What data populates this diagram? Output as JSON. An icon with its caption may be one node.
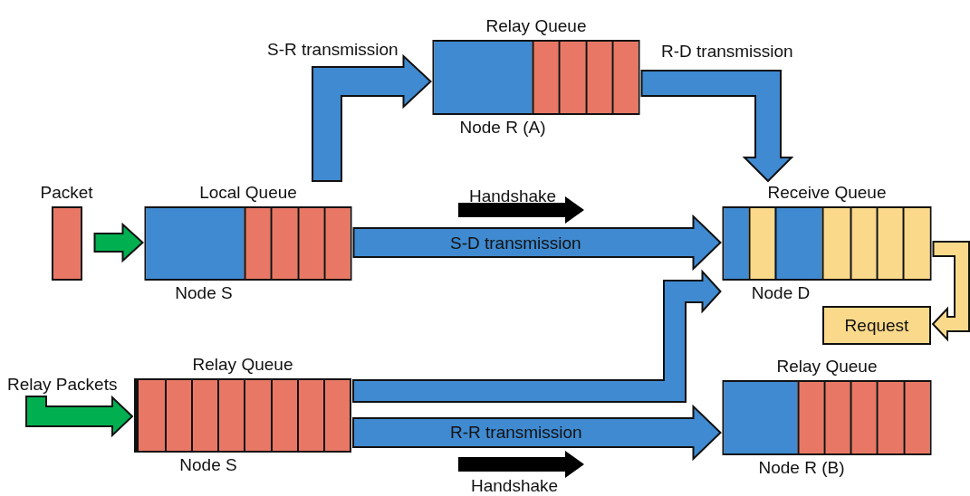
{
  "diagram": {
    "nodes": [
      {
        "text": [
          "Packet"
        ]
      },
      {
        "text": [
          "Local Queue",
          "Node S"
        ]
      },
      {
        "text": [
          "Relay Packets"
        ]
      },
      {
        "text": [
          "Relay Queue",
          "Node S"
        ]
      },
      {
        "text": [
          "Relay Queue",
          "Node R (A)"
        ]
      },
      {
        "text": [
          "Receive Queue",
          "Node D"
        ]
      },
      {
        "text": [
          "Request"
        ]
      },
      {
        "text": [
          "Relay Queue",
          "Node R (B)"
        ]
      }
    ],
    "edges": [
      {
        "from": 0,
        "to": 1,
        "arrow": "to",
        "color": "#00b050"
      },
      {
        "from": 2,
        "to": 3,
        "arrow": "to",
        "color": "#00b050"
      },
      {
        "from": 1,
        "to": 4,
        "arrow": "to",
        "label": "S-R transmission"
      },
      {
        "from": 4,
        "to": 5,
        "arrow": "to",
        "label": "R-D transmission"
      },
      {
        "from": 1,
        "to": 5,
        "arrow": "to",
        "label": "S-D transmission"
      },
      {
        "from": 3,
        "to": 5,
        "arrow": "to"
      },
      {
        "from": 3,
        "to": 7,
        "arrow": "to",
        "label": "R-R transmission"
      },
      {
        "from": 5,
        "to": 6,
        "arrow": "to",
        "color": "#fad98a"
      }
    ],
    "labels": [
      "Handshake",
      "Handshake"
    ]
  }
}
